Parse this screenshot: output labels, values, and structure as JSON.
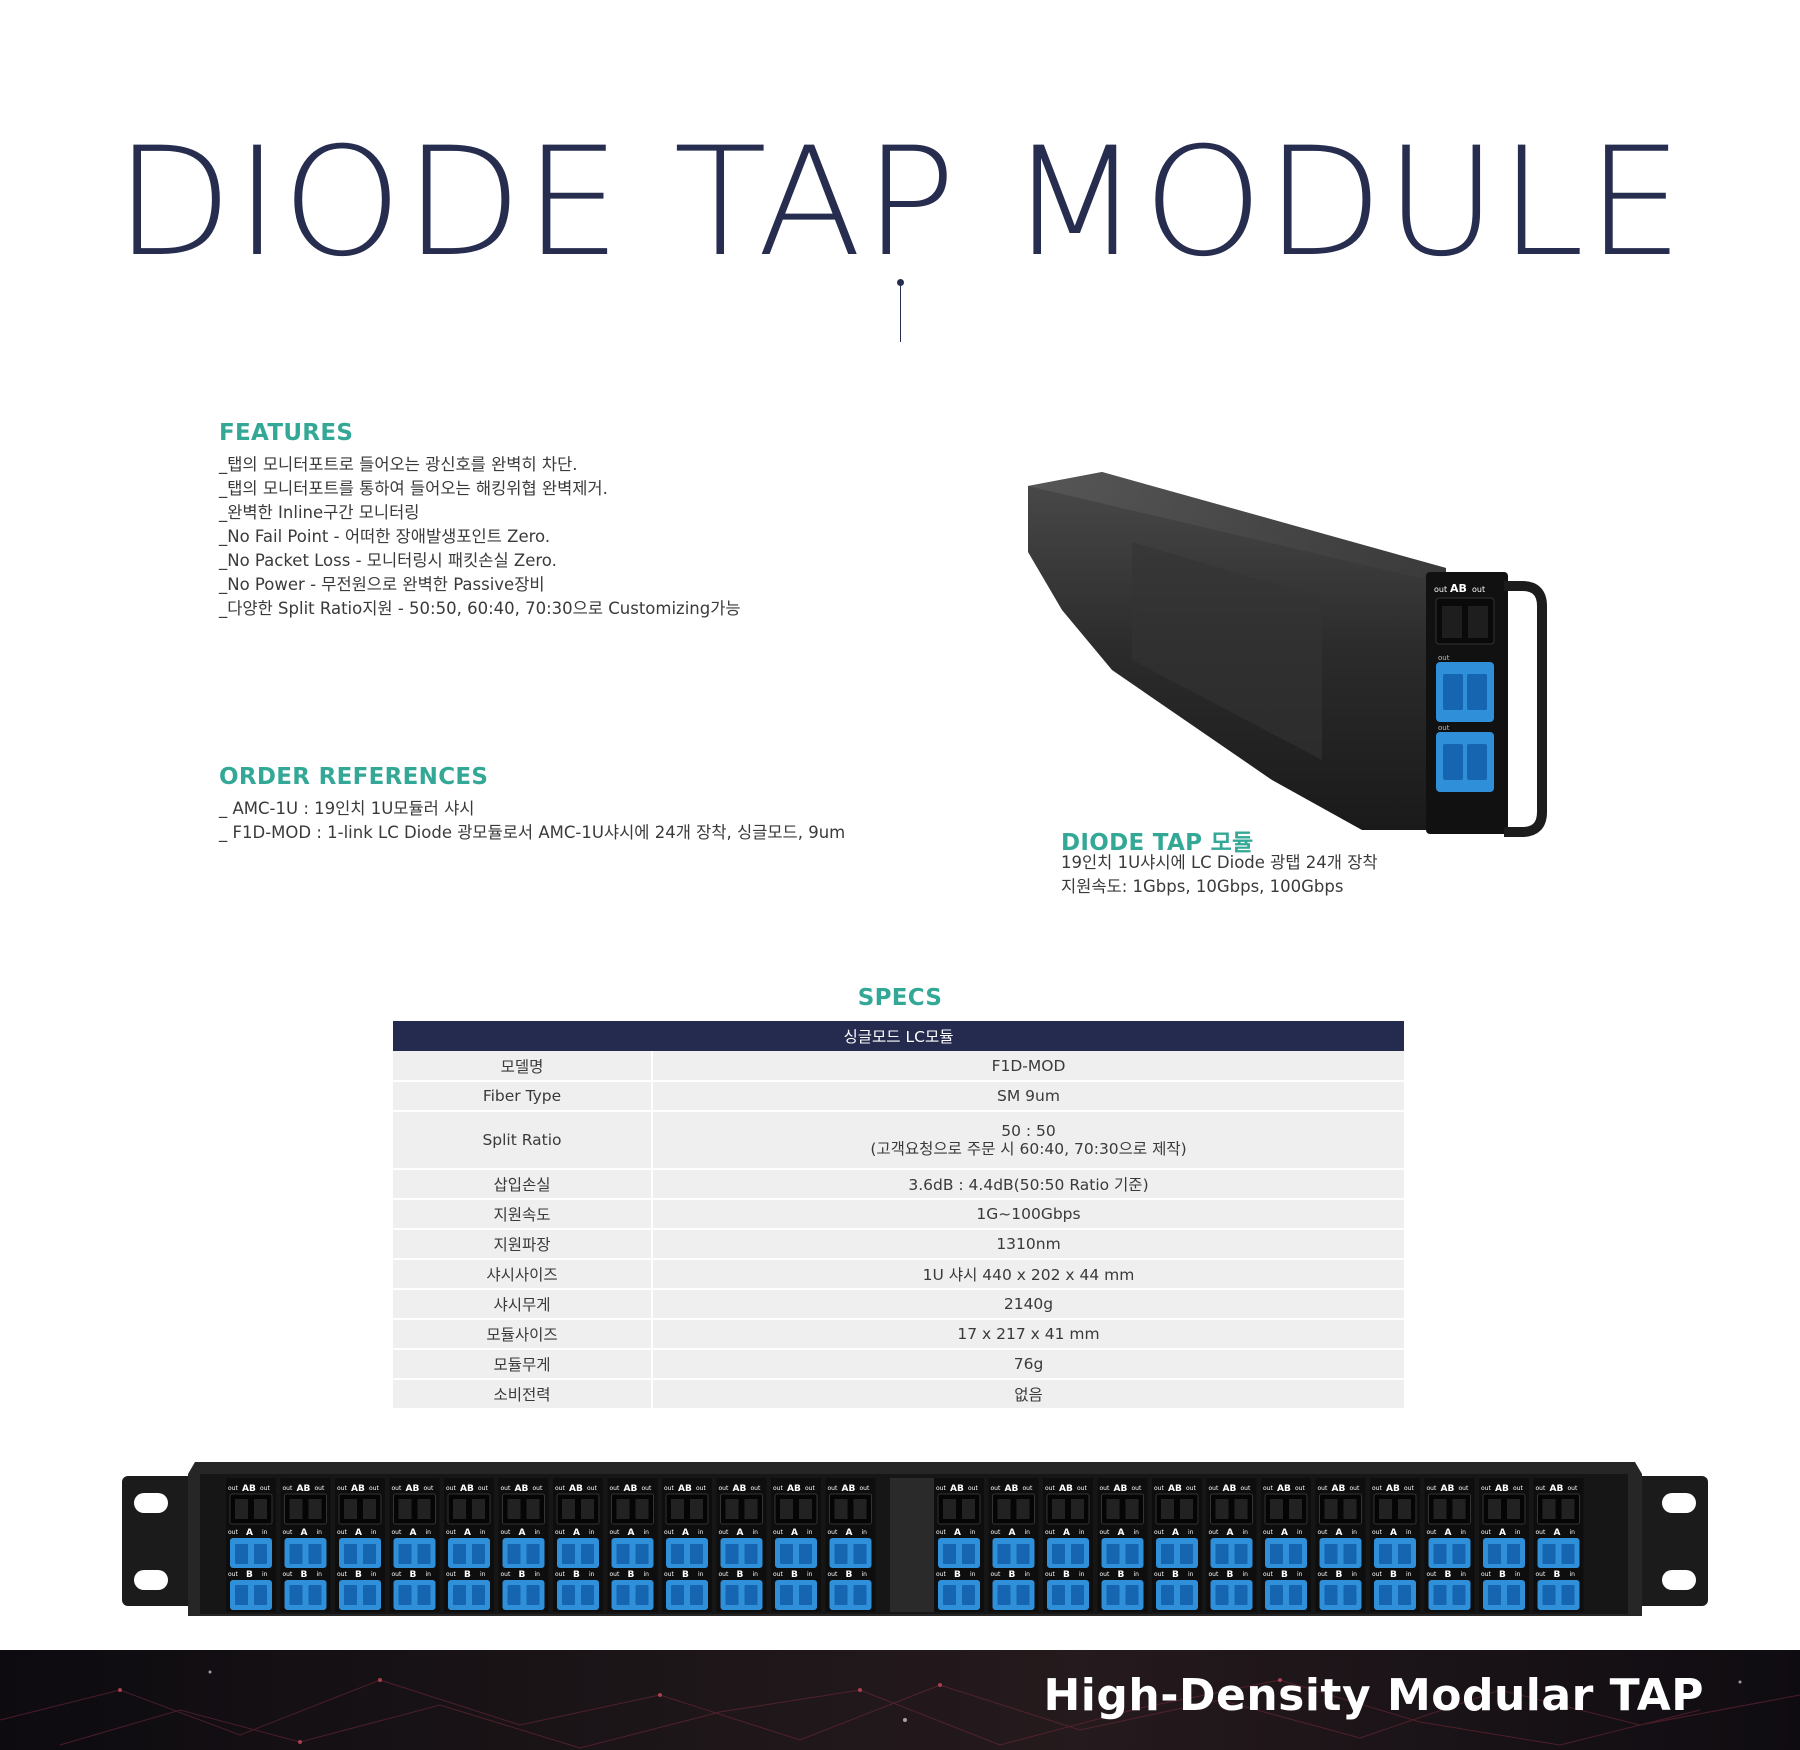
{
  "title": "DIODE TAP MODULE",
  "features": {
    "heading": "FEATURES",
    "items": [
      "_탭의 모니터포트로 들어오는 광신호를 완벽히 차단.",
      "_탭의 모니터포트를 통하여 들어오는 해킹위협 완벽제거.",
      "_완벽한 Inline구간 모니터링",
      "_No Fail Point - 어떠한 장애발생포인트 Zero.",
      "_No Packet Loss - 모니터링시 패킷손실 Zero.",
      "_No Power - 무전원으로 완벽한 Passive장비",
      "_다양한  Split Ratio지원 - 50:50, 60:40, 70:30으로 Customizing가능"
    ]
  },
  "order": {
    "heading": "ORDER REFERENCES",
    "items": [
      "_ AMC-1U : 19인치 1U모듈러 샤시",
      "_ F1D-MOD : 1-link LC Diode 광모듈로서 AMC-1U샤시에 24개 장착, 싱글모드, 9um"
    ]
  },
  "product": {
    "heading": "DIODE TAP 모듈",
    "lines": [
      "19인치 1U샤시에 LC Diode 광탭 24개 장착",
      "지원속도: 1Gbps, 10Gbps, 100Gbps"
    ],
    "port_labels": {
      "out": "out",
      "ab": "AB"
    }
  },
  "specs": {
    "heading": "SPECS",
    "table_header": "싱글모드 LC모듈",
    "rows": [
      {
        "key": "모델명",
        "value": "F1D-MOD"
      },
      {
        "key": "Fiber Type",
        "value": "SM 9um"
      },
      {
        "key": "Split Ratio",
        "value": "50 : 50",
        "value2": "(고객요청으로 주문 시 60:40, 70:30으로 제작)"
      },
      {
        "key": "삽입손실",
        "value": "3.6dB : 4.4dB(50:50 Ratio 기준)"
      },
      {
        "key": "지원속도",
        "value": "1G~100Gbps"
      },
      {
        "key": "지원파장",
        "value": "1310nm"
      },
      {
        "key": "샤시사이즈",
        "value": "1U 샤시  440 x 202 x 44 mm"
      },
      {
        "key": "샤시무게",
        "value": "2140g"
      },
      {
        "key": "모듈사이즈",
        "value": "17 x 217 x 41 mm"
      },
      {
        "key": "모듈무게",
        "value": "76g"
      },
      {
        "key": "소비전력",
        "value": "없음"
      }
    ]
  },
  "chassis": {
    "module_count": 24,
    "labels": {
      "out": "out",
      "ab": "AB",
      "a": "A",
      "b": "B",
      "in": "in"
    }
  },
  "footer": {
    "tagline": "High-Density Modular TAP"
  },
  "colors": {
    "navy": "#262d4f",
    "teal": "#34a896",
    "port_blue": "#2f8fd8",
    "table_header": "#252b4e"
  }
}
